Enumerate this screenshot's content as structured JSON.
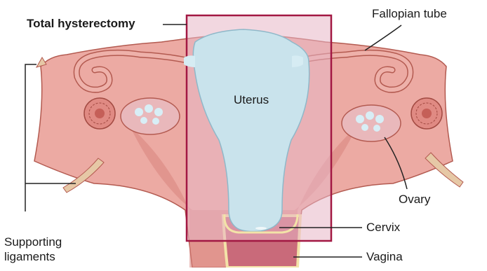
{
  "labels": {
    "title": "Total hysterectomy",
    "fallopian_tube": "Fallopian tube",
    "uterus": "Uterus",
    "ovary": "Ovary",
    "cervix": "Cervix",
    "vagina": "Vagina",
    "supporting_ligaments_line1": "Supporting",
    "supporting_ligaments_line2": "ligaments"
  },
  "colors": {
    "tissue_fill": "#ecaaa3",
    "tissue_dark": "#d9837e",
    "tissue_outline": "#b35a50",
    "uterus_cavity": "#c9e3ec",
    "ovary_fill": "#e9b8bb",
    "follicle": "#d8eef6",
    "vagina_fill": "#c96a7a",
    "cervix_ring": "#f3e3a8",
    "removal_box_fill": "#e7b6c6",
    "removal_box_stroke": "#a21843",
    "leader_line": "#222222"
  }
}
